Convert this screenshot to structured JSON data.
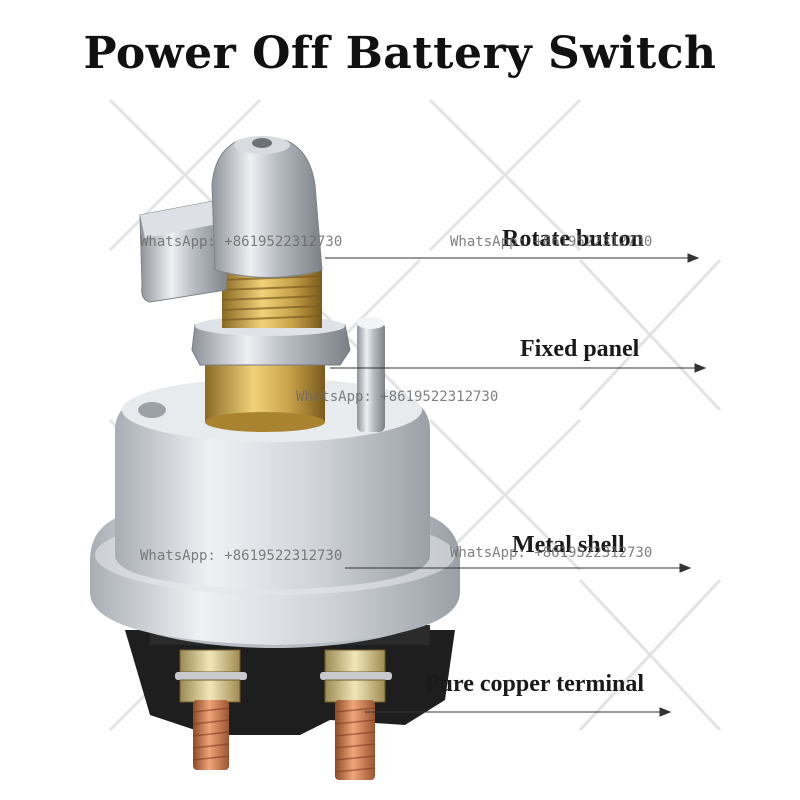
{
  "title": "Power Off Battery Switch",
  "callouts": {
    "rotate_button": "Rotate button",
    "fixed_panel": "Fixed panel",
    "metal_shell": "Metal shell",
    "copper_terminal": "Pure copper terminal"
  },
  "watermark": "WhatsApp: +8619522312730",
  "colors": {
    "background": "#ffffff",
    "chrome": "#c9ccd1",
    "brass": "#c9a24a",
    "zinc_shell": "#d9dde2",
    "copper": "#c87a4e",
    "base_black": "#1e1e1e"
  }
}
